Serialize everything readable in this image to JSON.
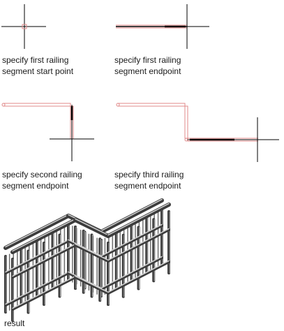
{
  "steps": [
    {
      "line1": "specify first railing",
      "line2": "segment start point"
    },
    {
      "line1": "specify first railing",
      "line2": "segment endpoint"
    },
    {
      "line1": "specify second railing",
      "line2": "segment endpoint"
    },
    {
      "line1": "specify third railing",
      "line2": "segment endpoint"
    }
  ],
  "result_label": "result",
  "colors": {
    "crosshair": "#000000",
    "rubberband": "#e08a8a",
    "segment": "#000000",
    "railing_dark": "#3c3c3c",
    "railing_light": "#a8a8a8"
  }
}
